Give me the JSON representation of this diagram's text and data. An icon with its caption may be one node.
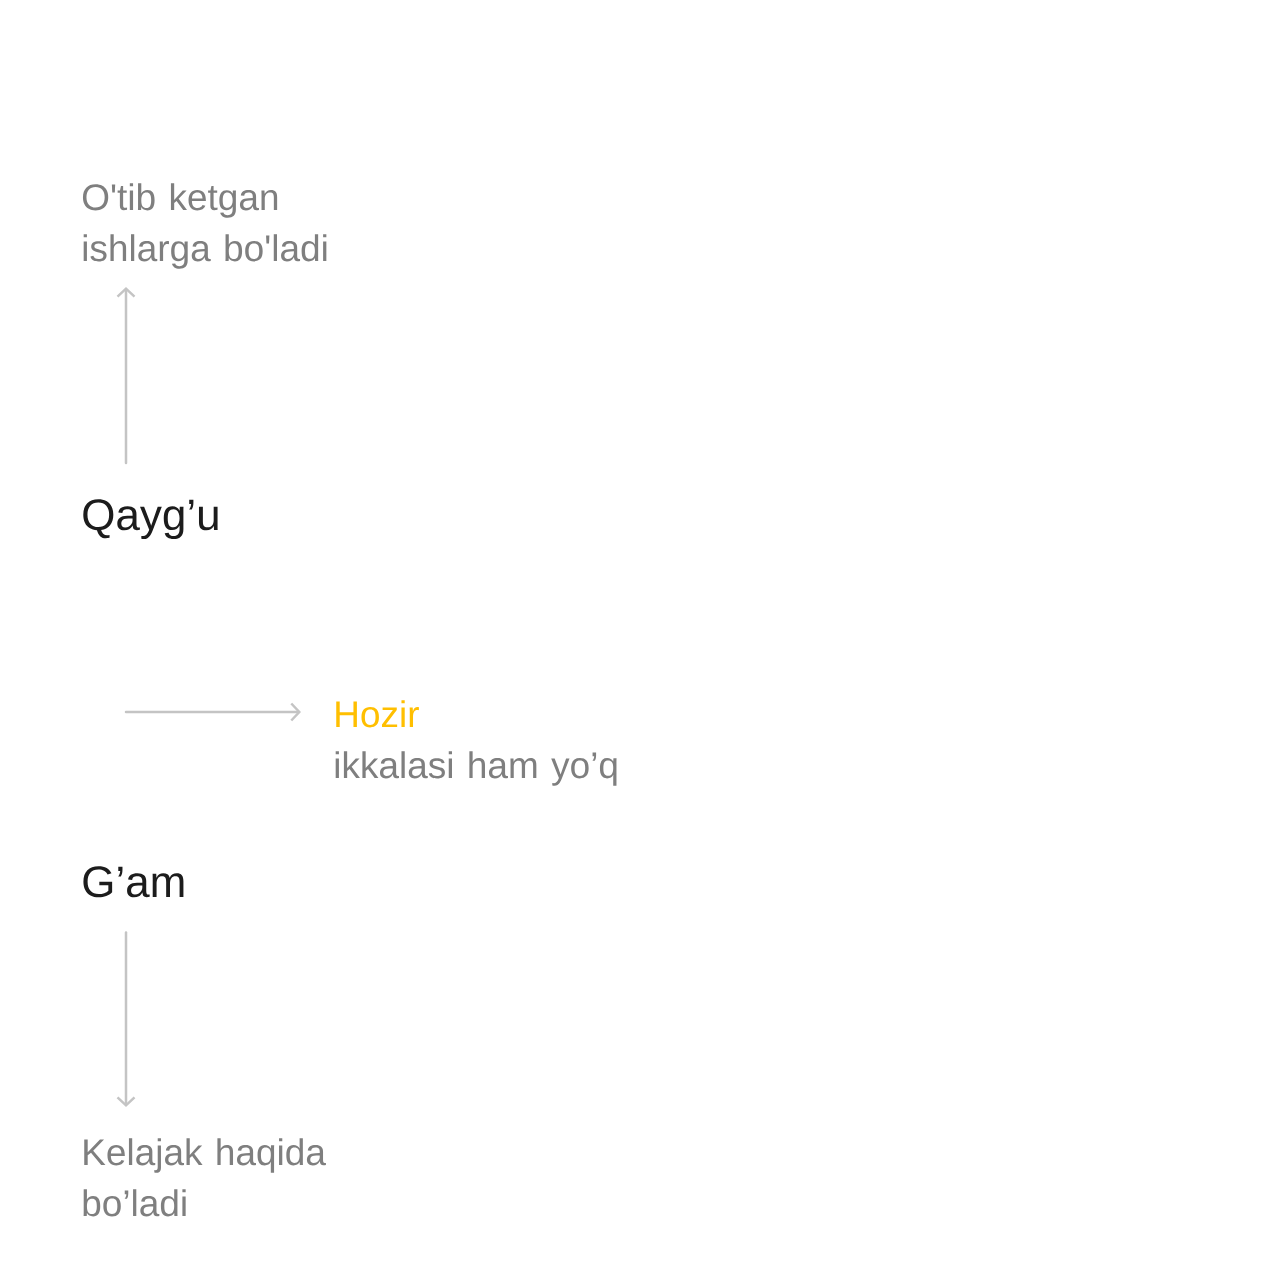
{
  "diagram": {
    "nodes": [
      {
        "text": [
          "O'tib ketgan ishlarga bo'ladi"
        ]
      },
      {
        "text": [
          "Qayg’u"
        ]
      },
      {
        "text": [
          "Hozir",
          "ikkalasi ham yo’q"
        ]
      },
      {
        "text": [
          "G’am"
        ]
      },
      {
        "text": [
          "Kelajak haqida bo’ladi"
        ]
      }
    ],
    "edges": [
      {
        "from": 1,
        "to": 0,
        "arrow": "to"
      },
      {
        "from": null,
        "to": 2,
        "arrow": "to"
      },
      {
        "from": 3,
        "to": 4,
        "arrow": "to"
      }
    ]
  }
}
